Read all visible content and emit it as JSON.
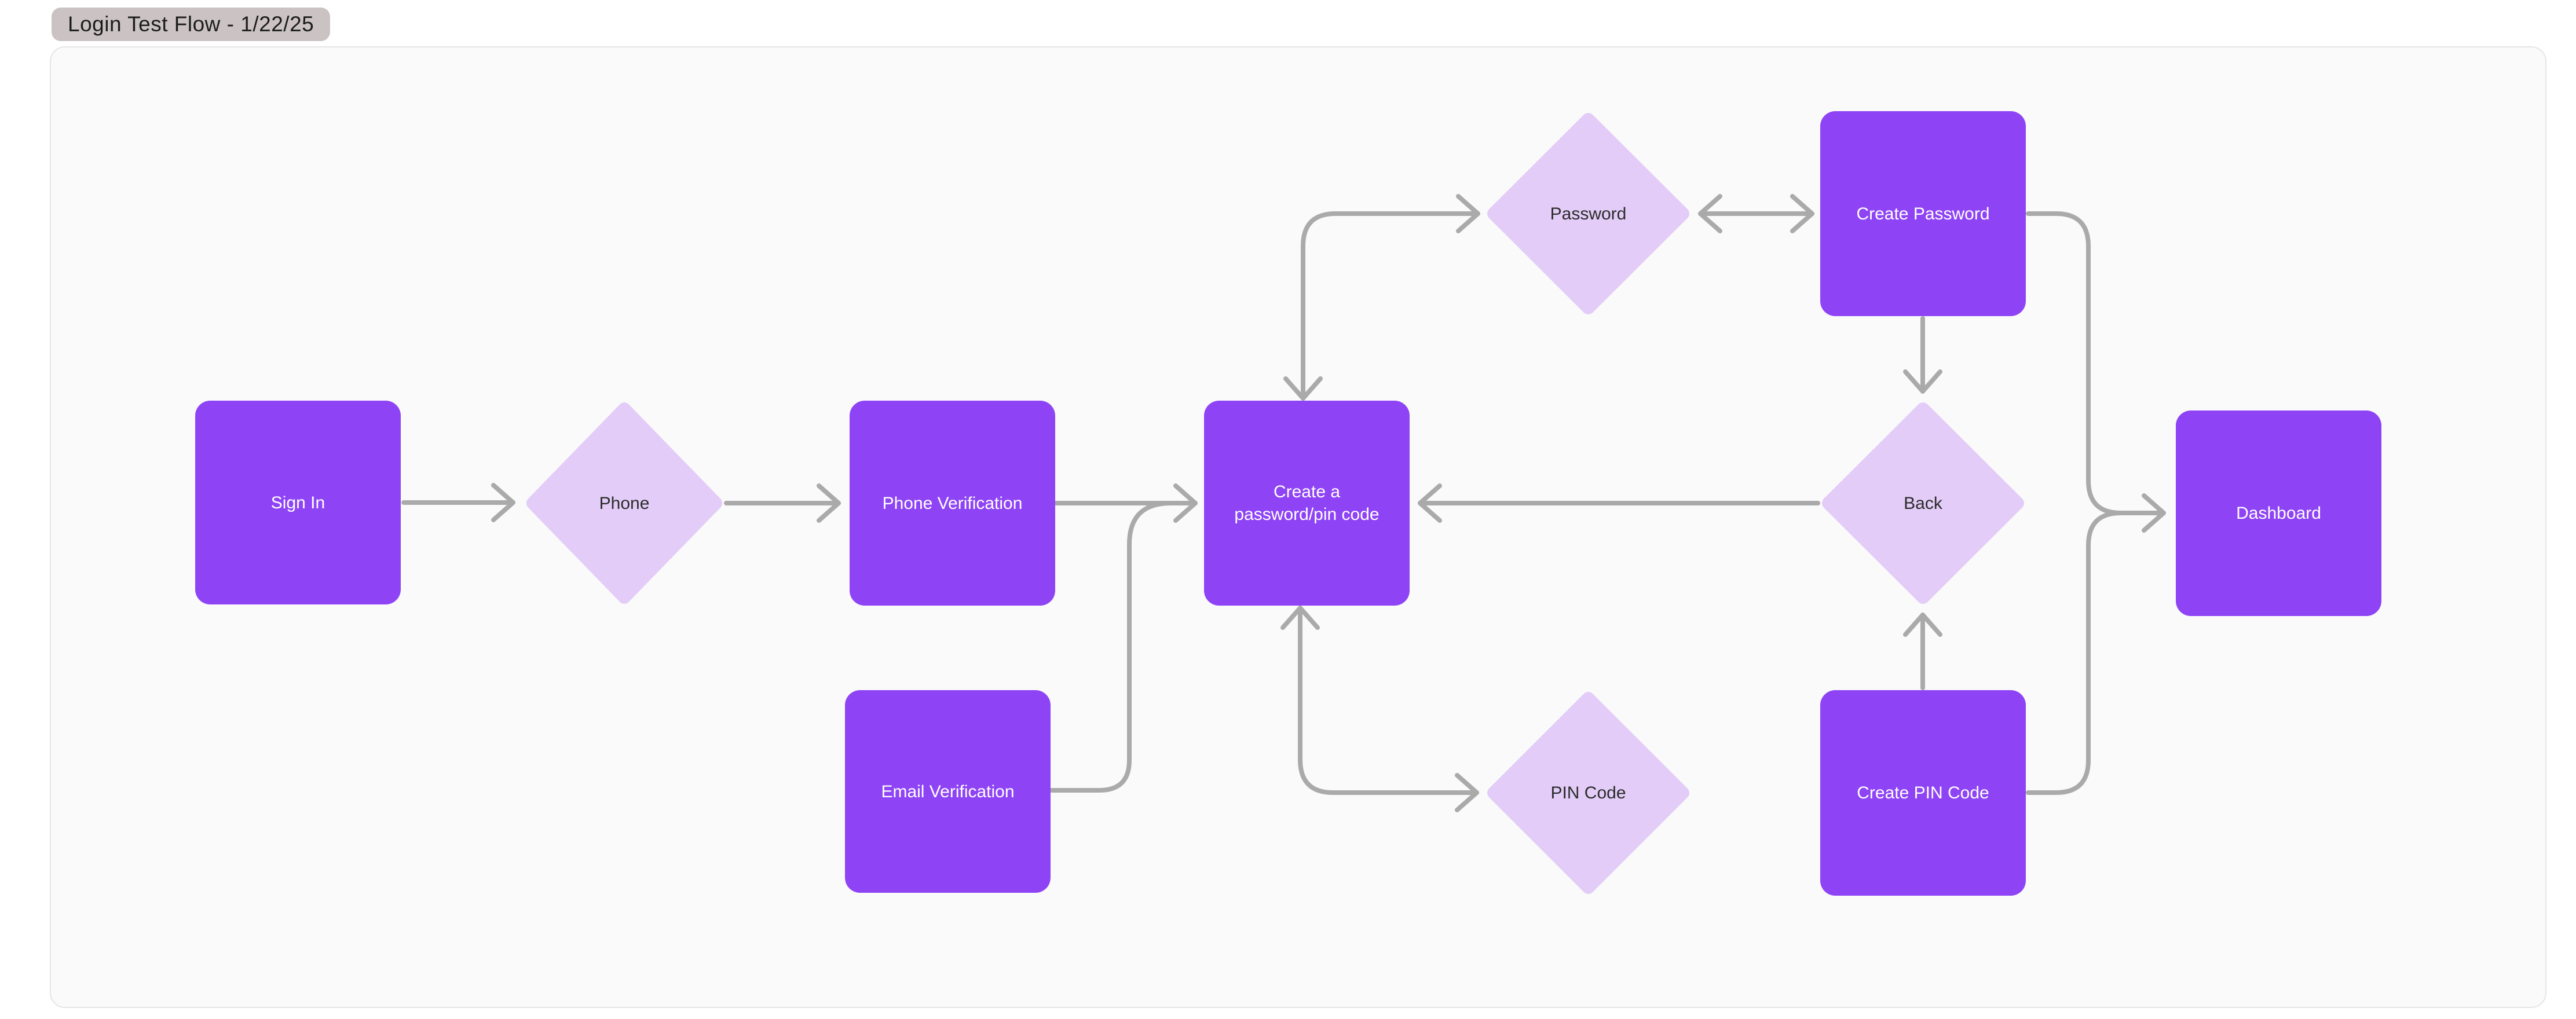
{
  "section": {
    "title": "Login Test Flow - 1/22/25"
  },
  "nodes": [
    {
      "id": "sign-in",
      "type": "process",
      "label": "Sign In"
    },
    {
      "id": "phone",
      "type": "decision",
      "label": "Phone"
    },
    {
      "id": "phone-verification",
      "type": "process",
      "label": "Phone Verification"
    },
    {
      "id": "email-verification",
      "type": "process",
      "label": "Email Verification"
    },
    {
      "id": "create-password-pin",
      "type": "process",
      "label": "Create a password/pin code"
    },
    {
      "id": "password",
      "type": "decision",
      "label": "Password"
    },
    {
      "id": "create-password",
      "type": "process",
      "label": "Create Password"
    },
    {
      "id": "back",
      "type": "decision",
      "label": "Back"
    },
    {
      "id": "pin-code",
      "type": "decision",
      "label": "PIN Code"
    },
    {
      "id": "create-pin-code",
      "type": "process",
      "label": "Create PIN Code"
    },
    {
      "id": "dashboard",
      "type": "process",
      "label": "Dashboard"
    }
  ],
  "connectors": [
    {
      "from": "sign-in",
      "to": "phone",
      "arrows": "end"
    },
    {
      "from": "phone",
      "to": "phone-verification",
      "arrows": "end"
    },
    {
      "from": "phone-verification",
      "to": "create-password-pin",
      "arrows": "end"
    },
    {
      "from": "email-verification",
      "to": "create-password-pin",
      "arrows": "end"
    },
    {
      "from": "create-password-pin",
      "to": "password",
      "arrows": "both"
    },
    {
      "from": "password",
      "to": "create-password",
      "arrows": "both"
    },
    {
      "from": "create-password",
      "to": "back",
      "arrows": "end"
    },
    {
      "from": "create-pin-code",
      "to": "back",
      "arrows": "end"
    },
    {
      "from": "back",
      "to": "create-password-pin",
      "arrows": "end"
    },
    {
      "from": "create-password-pin",
      "to": "pin-code",
      "arrows": "both"
    },
    {
      "from": "pin-code",
      "to": "create-pin-code",
      "arrows": "both"
    },
    {
      "from": "create-password",
      "to": "dashboard",
      "arrows": "end"
    },
    {
      "from": "create-pin-code",
      "to": "dashboard",
      "arrows": "end"
    }
  ],
  "colors": {
    "process_fill": "#8E44F5",
    "decision_fill": "#E3CDF8",
    "process_text": "#FFFFFF",
    "decision_text": "#2B2B2B",
    "connector": "#AAAAAA",
    "section_fill": "#FAFAFA",
    "section_border": "#E7E5E5",
    "badge_fill": "#CBC3C3",
    "badge_text": "#1C1C1C",
    "page_background": "#FFFFFF"
  }
}
